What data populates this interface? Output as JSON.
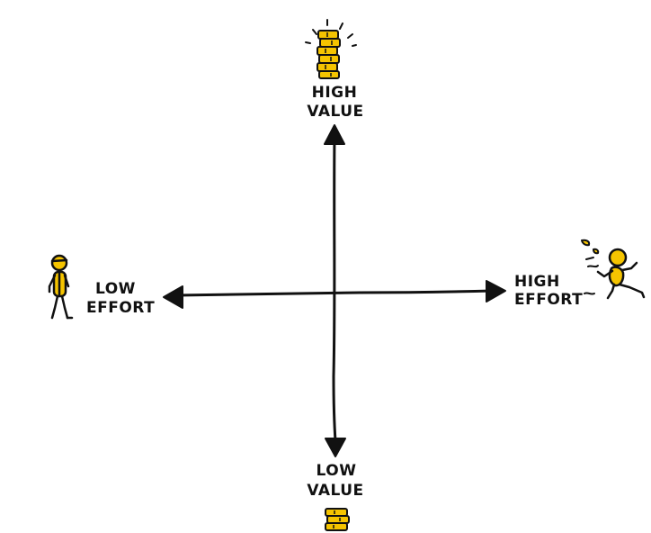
{
  "diagram": {
    "top_label": [
      "HIGH",
      "VALUE"
    ],
    "bottom_label": [
      "LOW",
      "VALUE"
    ],
    "left_label": [
      "LOW",
      "EFFORT"
    ],
    "right_label": [
      "HIGH",
      "EFFORT"
    ],
    "icons": {
      "top": "tall-coin-stack-icon",
      "bottom": "short-coin-stack-icon",
      "left": "walking-person-icon",
      "right": "running-person-icon"
    },
    "colors": {
      "ink": "#111111",
      "accent": "#f5c400"
    }
  }
}
